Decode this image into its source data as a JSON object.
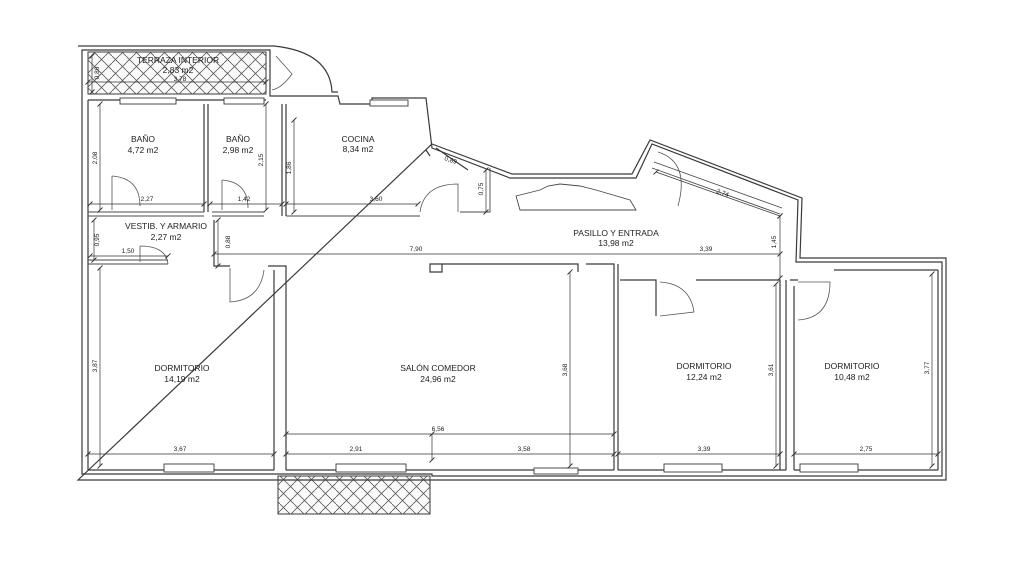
{
  "rooms": [
    {
      "name": "TERRAZA INTERIOR",
      "area": "2,83 m2"
    },
    {
      "name": "BAÑO",
      "area": "4,72 m2"
    },
    {
      "name": "BAÑO",
      "area": "2,98 m2"
    },
    {
      "name": "COCINA",
      "area": "8,34 m2"
    },
    {
      "name": "VESTIB. Y ARMARIO",
      "area": "2,27 m2"
    },
    {
      "name": "PASILLO Y ENTRADA",
      "area": "13,98 m2"
    },
    {
      "name": "DORMITORIO",
      "area": "14,19 m2"
    },
    {
      "name": "SALÓN COMEDOR",
      "area": "24,96 m2"
    },
    {
      "name": "DORMITORIO",
      "area": "12,24 m2"
    },
    {
      "name": "DORMITORIO",
      "area": "10,48 m2"
    }
  ],
  "dimensions": [
    "0,80",
    "3,78",
    "2,08",
    "2,27",
    "2,15",
    "1,42",
    "1,86",
    "3,60",
    "0,89",
    "0,75",
    "2,74",
    "0,95",
    "1,50",
    "0,88",
    "7,90",
    "3,39",
    "1,45",
    "3,87",
    "3,67",
    "6,56",
    "2,91",
    "3,58",
    "3,68",
    "3,61",
    "3,39",
    "3,77",
    "2,75"
  ]
}
